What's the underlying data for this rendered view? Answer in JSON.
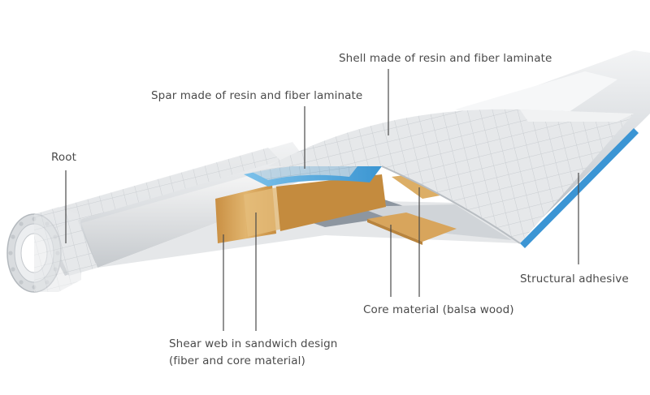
{
  "labels": {
    "shell": "Shell made of resin and fiber laminate",
    "spar": "Spar made of resin and fiber laminate",
    "root": "Root",
    "structural_adhesive": "Structural adhesive",
    "core_material": "Core material (balsa wood)",
    "shear_web_line1": "Shear web in sandwich design",
    "shear_web_line2": "(fiber and core material)"
  },
  "colors": {
    "shell_grid": "#e3e5e7",
    "shell_shadow": "#b9bdc1",
    "spar_blue": "#4aa3dc",
    "balsa": "#d6a35a",
    "leader_line": "#4a4a4a"
  }
}
